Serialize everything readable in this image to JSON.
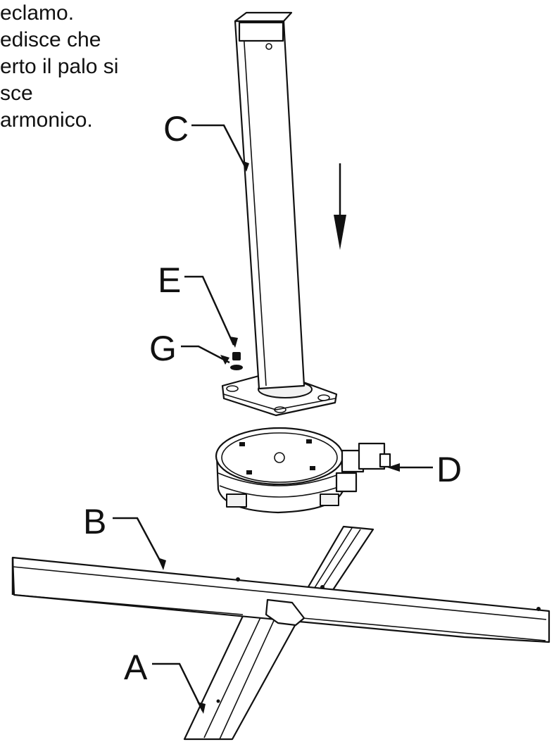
{
  "note_lines": [
    "eclamo.",
    "edisce che",
    "erto il palo si",
    "sce",
    "armonico."
  ],
  "labels": {
    "a": "A",
    "b": "B",
    "c": "C",
    "d": "D",
    "e": "E",
    "g": "G"
  }
}
